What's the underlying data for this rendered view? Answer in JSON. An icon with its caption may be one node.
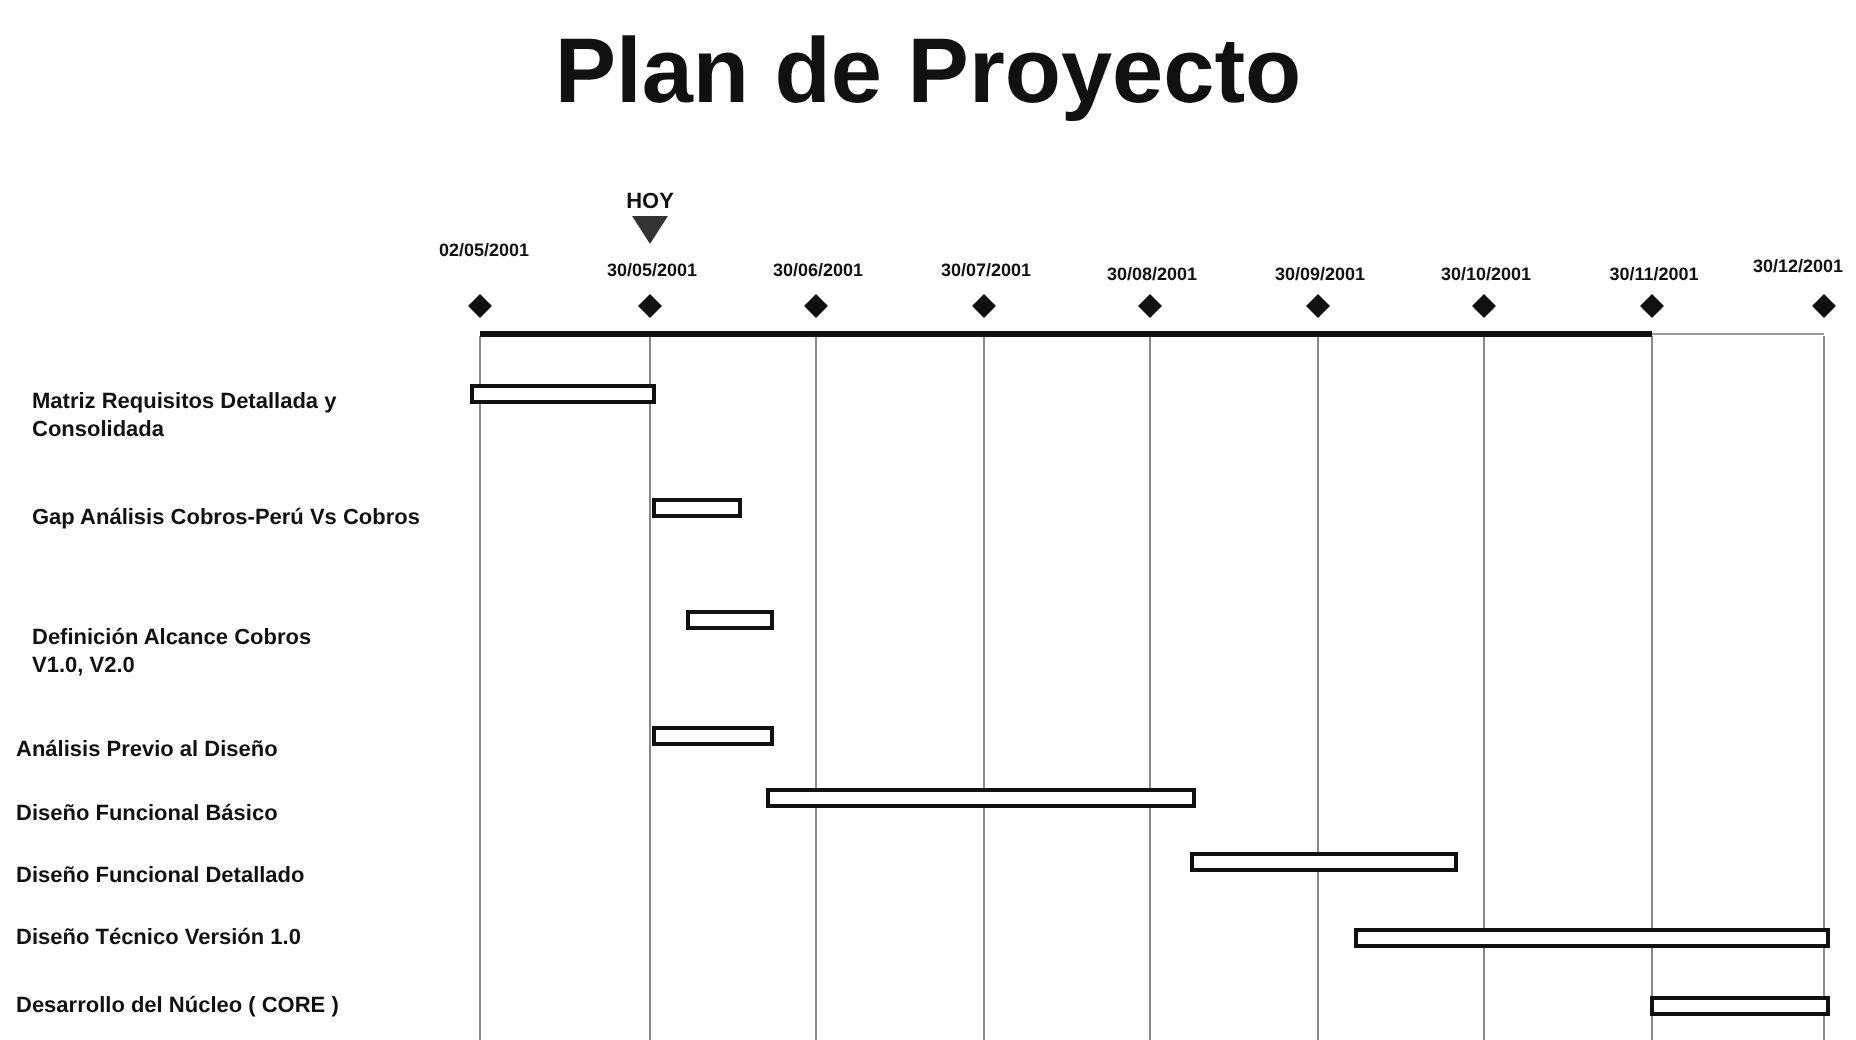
{
  "diagram": {
    "title": "Plan de Proyecto",
    "labels": [
      "HOY",
      "02/05/2001",
      "30/05/2001",
      "30/06/2001",
      "30/07/2001",
      "30/08/2001",
      "30/09/2001",
      "30/10/2001",
      "30/11/2001",
      "30/12/2001",
      "Matriz Requisitos Detallada y Consolidada",
      "Gap Análisis Cobros-Perú Vs Cobros",
      "Definición Alcance Cobros V1.0, V2.0",
      "Análisis Previo al Diseño",
      "Diseño Funcional Básico",
      "Diseño Funcional Detallado",
      "Diseño Técnico Versión 1.0",
      "Desarrollo del Núcleo ( CORE )"
    ]
  }
}
